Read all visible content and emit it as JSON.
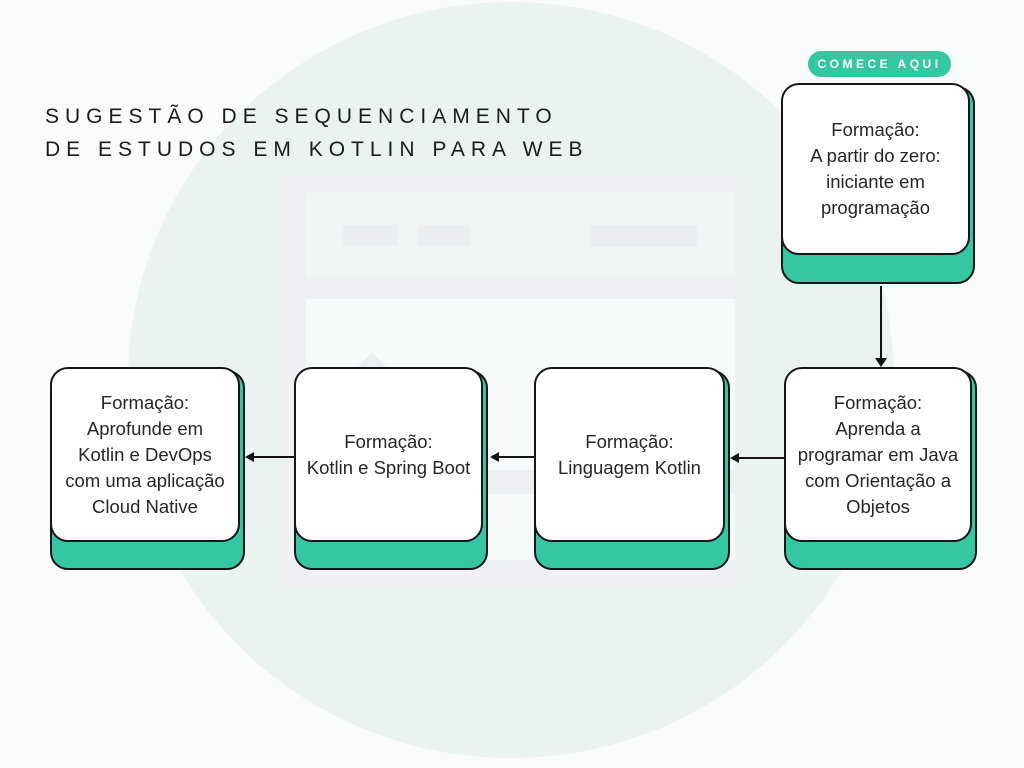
{
  "page": {
    "title_line1": "SUGESTÃO DE SEQUENCIAMENTO",
    "title_line2": "DE ESTUDOS EM KOTLIN PARA WEB"
  },
  "start_badge": {
    "label": "COMECE AQUI"
  },
  "cards": [
    {
      "id": "formacao-iniciante",
      "text": "Formação:\nA partir do zero:\niniciante em\nprogramação"
    },
    {
      "id": "formacao-java-oo",
      "text": "Formação:\nAprenda a\nprogramar em Java\ncom Orientação a\nObjetos"
    },
    {
      "id": "formacao-linguagem-kotlin",
      "text": "Formação:\nLinguagem Kotlin"
    },
    {
      "id": "formacao-kotlin-spring-boot",
      "text": "Formação:\nKotlin e Spring Boot"
    },
    {
      "id": "formacao-kotlin-devops",
      "text": "Formação:\nAprofunde em\nKotlin e DevOps\ncom uma aplicação\nCloud Native"
    }
  ],
  "flow_order": [
    "formacao-iniciante",
    "formacao-java-oo",
    "formacao-linguagem-kotlin",
    "formacao-kotlin-spring-boot",
    "formacao-kotlin-devops"
  ],
  "colors": {
    "accent_teal": "#35C7A1",
    "card_border": "#161616",
    "circle_background": "#EAF3F0",
    "page_background": "#FAFBFC",
    "badge_text": "#FFFFFF"
  }
}
